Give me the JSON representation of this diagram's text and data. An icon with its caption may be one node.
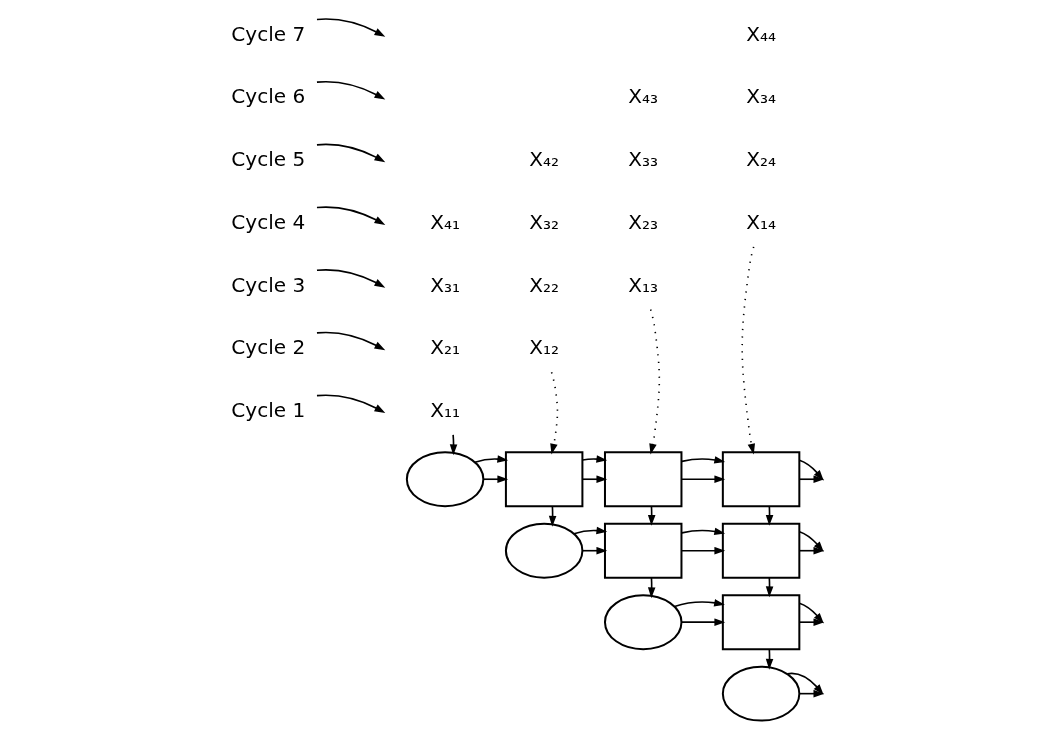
{
  "diagram": {
    "nodes": [
      {
        "text": [
          "Cycle 7"
        ]
      },
      {
        "text": [
          "Cycle 6"
        ]
      },
      {
        "text": [
          "Cycle 5"
        ]
      },
      {
        "text": [
          "Cycle 4"
        ]
      },
      {
        "text": [
          "Cycle 3"
        ]
      },
      {
        "text": [
          "Cycle 2"
        ]
      },
      {
        "text": [
          "Cycle 1"
        ]
      },
      {
        "text": [
          "X₄₄"
        ]
      },
      {
        "text": [
          "X₄₃"
        ]
      },
      {
        "text": [
          "X₃₄"
        ]
      },
      {
        "text": [
          "X₄₂"
        ]
      },
      {
        "text": [
          "X₃₃"
        ]
      },
      {
        "text": [
          "X₂₄"
        ]
      },
      {
        "text": [
          "X₄₁"
        ]
      },
      {
        "text": [
          "X₃₂"
        ]
      },
      {
        "text": [
          "X₂₃"
        ]
      },
      {
        "text": [
          "X₁₄"
        ]
      },
      {
        "text": [
          "X₃₁"
        ]
      },
      {
        "text": [
          "X₂₂"
        ]
      },
      {
        "text": [
          "X₁₃"
        ]
      },
      {
        "text": [
          "X₂₁"
        ]
      },
      {
        "text": [
          "X₁₂"
        ]
      },
      {
        "text": [
          "X₁₁"
        ]
      },
      {
        "text": [],
        "shape": "circle"
      },
      {
        "text": [],
        "shape": "box"
      },
      {
        "text": [],
        "shape": "box"
      },
      {
        "text": [],
        "shape": "box"
      },
      {
        "text": [],
        "shape": "circle"
      },
      {
        "text": [],
        "shape": "box"
      },
      {
        "text": [],
        "shape": "box"
      },
      {
        "text": [],
        "shape": "circle"
      },
      {
        "text": [],
        "shape": "box"
      },
      {
        "text": [],
        "shape": "circle"
      }
    ],
    "edges": [
      {
        "from": 0,
        "to": null,
        "arrow": "to"
      },
      {
        "from": 1,
        "to": null,
        "arrow": "to"
      },
      {
        "from": 2,
        "to": null,
        "arrow": "to"
      },
      {
        "from": 3,
        "to": null,
        "arrow": "to"
      },
      {
        "from": 4,
        "to": null,
        "arrow": "to"
      },
      {
        "from": 5,
        "to": null,
        "arrow": "to"
      },
      {
        "from": 6,
        "to": null,
        "arrow": "to"
      },
      {
        "from": 22,
        "to": 23,
        "arrow": "to"
      },
      {
        "from": 21,
        "to": 24,
        "arrow": "to",
        "style": "dashed"
      },
      {
        "from": 19,
        "to": 25,
        "arrow": "to",
        "style": "dashed"
      },
      {
        "from": 16,
        "to": 26,
        "arrow": "to",
        "style": "dashed"
      },
      {
        "from": 23,
        "to": 24,
        "arrow": "to"
      },
      {
        "from": 23,
        "to": 24,
        "arrow": "to"
      },
      {
        "from": 24,
        "to": 25,
        "arrow": "to"
      },
      {
        "from": 24,
        "to": 25,
        "arrow": "to"
      },
      {
        "from": 25,
        "to": 26,
        "arrow": "to"
      },
      {
        "from": 25,
        "to": 26,
        "arrow": "to"
      },
      {
        "from": 26,
        "to": null,
        "arrow": "to"
      },
      {
        "from": 26,
        "to": null,
        "arrow": "to"
      },
      {
        "from": 24,
        "to": 27,
        "arrow": "to"
      },
      {
        "from": 25,
        "to": 28,
        "arrow": "to"
      },
      {
        "from": 26,
        "to": 29,
        "arrow": "to"
      },
      {
        "from": 27,
        "to": 28,
        "arrow": "to"
      },
      {
        "from": 27,
        "to": 28,
        "arrow": "to"
      },
      {
        "from": 28,
        "to": 29,
        "arrow": "to"
      },
      {
        "from": 28,
        "to": 29,
        "arrow": "to"
      },
      {
        "from": 29,
        "to": null,
        "arrow": "to"
      },
      {
        "from": 29,
        "to": null,
        "arrow": "to"
      },
      {
        "from": 28,
        "to": 30,
        "arrow": "to"
      },
      {
        "from": 29,
        "to": 31,
        "arrow": "to"
      },
      {
        "from": 30,
        "to": 31,
        "arrow": "to"
      },
      {
        "from": 30,
        "to": 31,
        "arrow": "to"
      },
      {
        "from": 31,
        "to": null,
        "arrow": "to"
      },
      {
        "from": 31,
        "to": null,
        "arrow": "to"
      },
      {
        "from": 31,
        "to": 32,
        "arrow": "to"
      },
      {
        "from": 32,
        "to": null,
        "arrow": "to"
      },
      {
        "from": 32,
        "to": null,
        "arrow": "to"
      }
    ]
  }
}
